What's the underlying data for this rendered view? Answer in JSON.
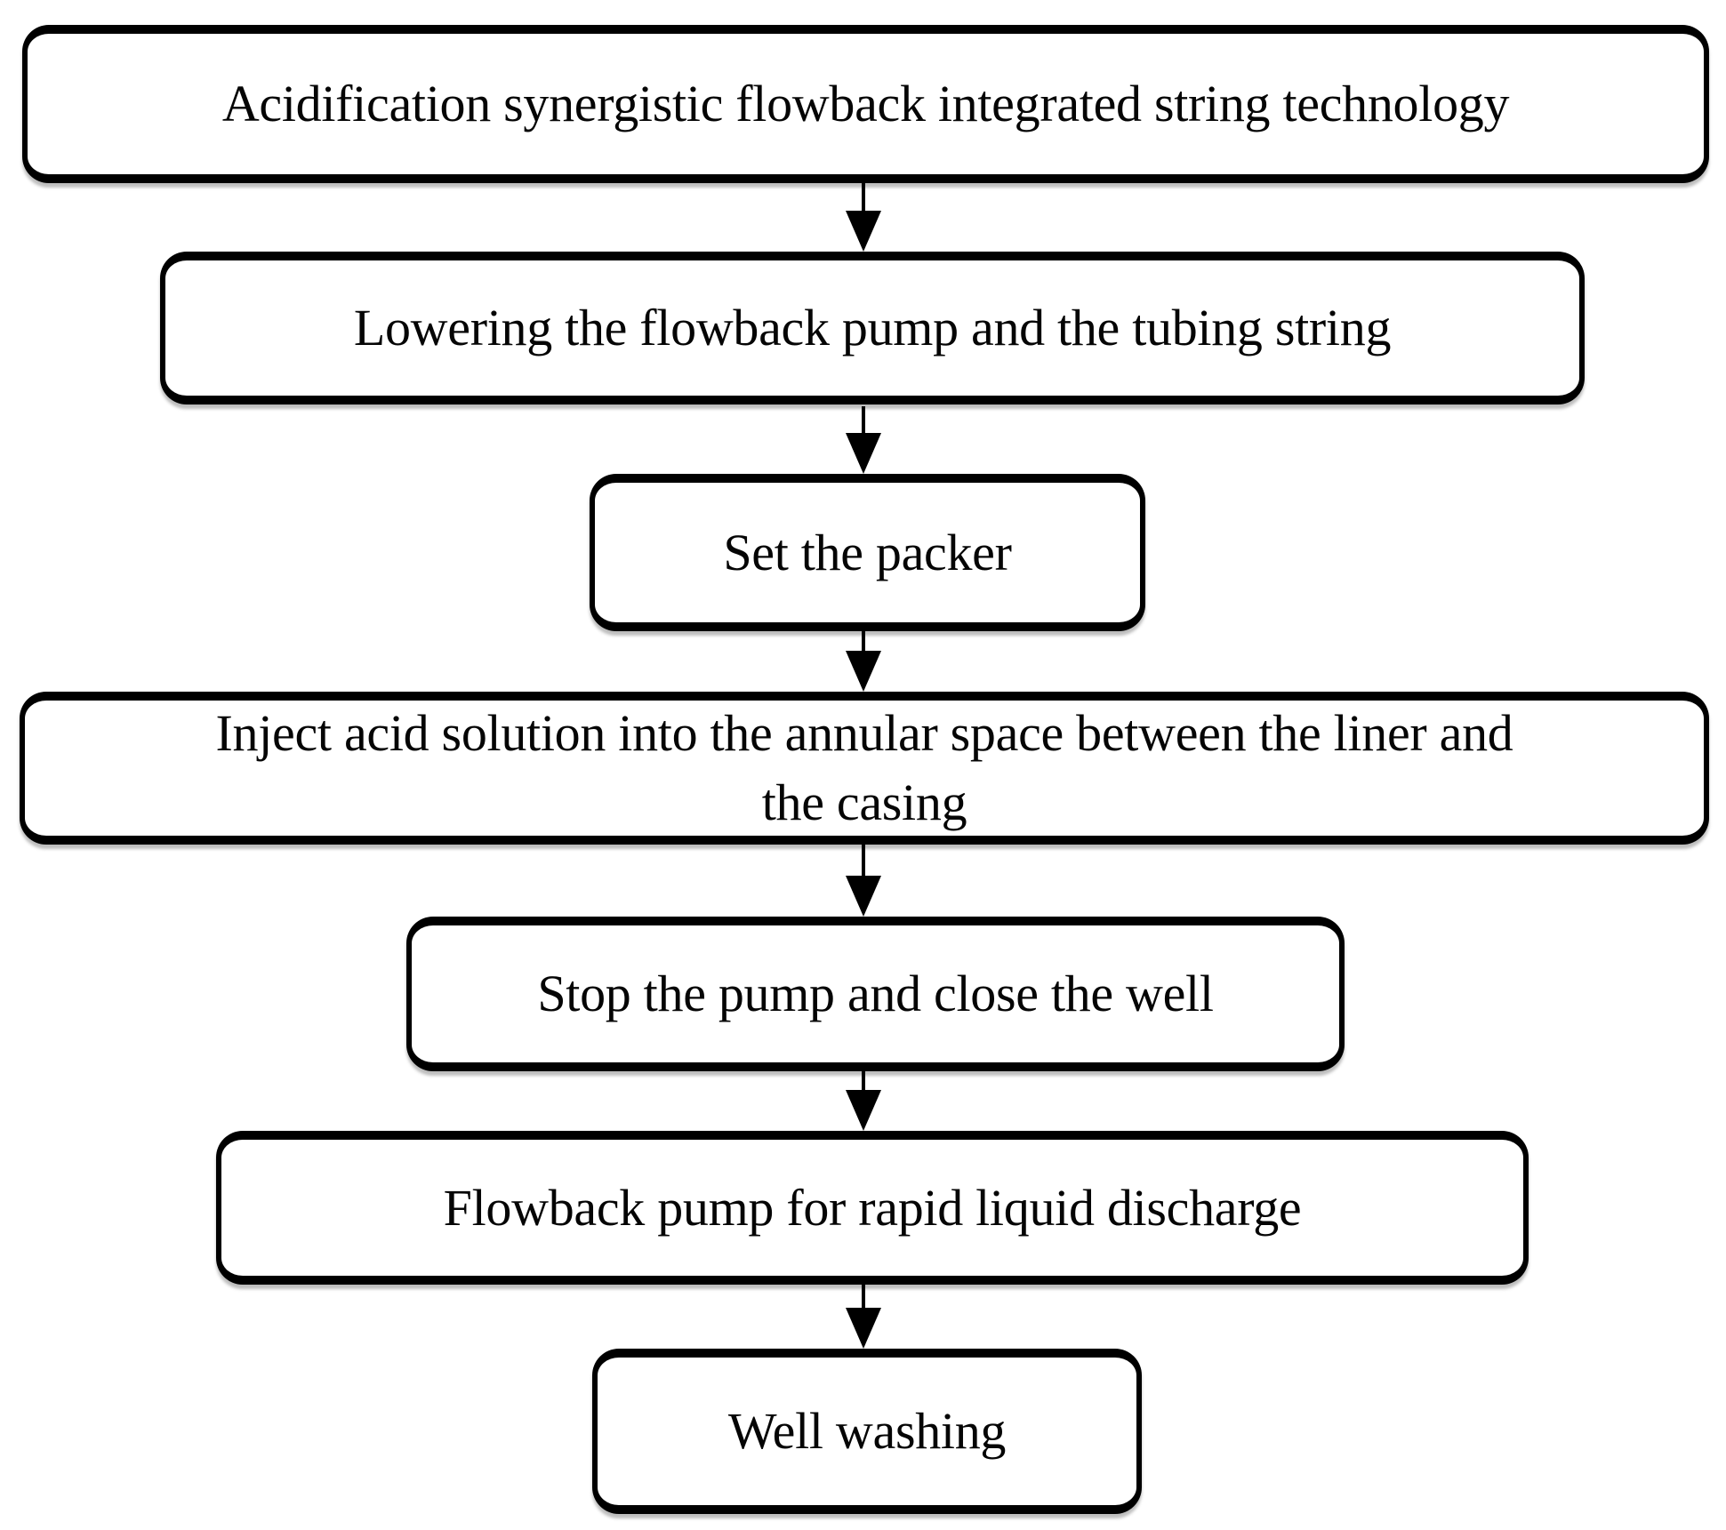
{
  "diagram": {
    "type": "flowchart",
    "direction": "top-down",
    "nodes": [
      {
        "id": "title",
        "label": "Acidification synergistic flowback integrated string technology"
      },
      {
        "id": "lowering",
        "label": "Lowering the flowback pump and the tubing string"
      },
      {
        "id": "packer",
        "label": "Set the packer"
      },
      {
        "id": "inject",
        "label": "Inject acid solution into the annular space between the liner and\nthe casing"
      },
      {
        "id": "stop",
        "label": "Stop the pump and close the well"
      },
      {
        "id": "flowback",
        "label": "Flowback pump for rapid liquid discharge"
      },
      {
        "id": "washing",
        "label": "Well washing"
      }
    ],
    "edges": [
      {
        "from": "title",
        "to": "lowering"
      },
      {
        "from": "lowering",
        "to": "packer"
      },
      {
        "from": "packer",
        "to": "inject"
      },
      {
        "from": "inject",
        "to": "stop"
      },
      {
        "from": "stop",
        "to": "flowback"
      },
      {
        "from": "flowback",
        "to": "washing"
      }
    ],
    "colors": {
      "background": "#ffffff",
      "box_fill": "#ffffff",
      "box_border": "#000000",
      "arrow": "#000000",
      "text": "#000000"
    }
  }
}
